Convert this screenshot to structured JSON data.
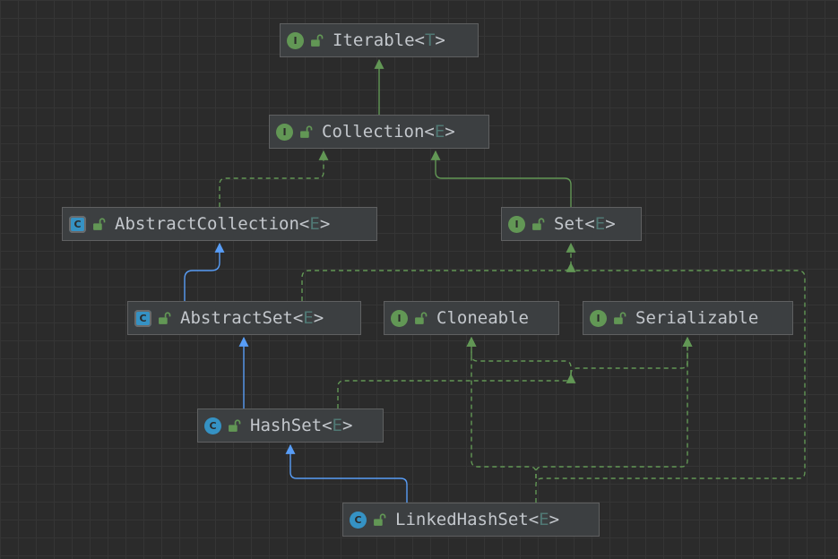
{
  "nodes": [
    {
      "id": "iterable",
      "name": "Iterable",
      "type_param": "T",
      "kind": "interface",
      "kind_letter": "I",
      "icon": "interface-icon"
    },
    {
      "id": "collection",
      "name": "Collection",
      "type_param": "E",
      "kind": "interface",
      "kind_letter": "I",
      "icon": "interface-icon"
    },
    {
      "id": "abstract-collection",
      "name": "AbstractCollection",
      "type_param": "E",
      "kind": "abstract",
      "kind_letter": "C",
      "icon": "abstract-class-icon"
    },
    {
      "id": "set",
      "name": "Set",
      "type_param": "E",
      "kind": "interface",
      "kind_letter": "I",
      "icon": "interface-icon"
    },
    {
      "id": "abstract-set",
      "name": "AbstractSet",
      "type_param": "E",
      "kind": "abstract",
      "kind_letter": "C",
      "icon": "abstract-class-icon"
    },
    {
      "id": "cloneable",
      "name": "Cloneable",
      "type_param": "",
      "kind": "interface",
      "kind_letter": "I",
      "icon": "interface-icon"
    },
    {
      "id": "serializable",
      "name": "Serializable",
      "type_param": "",
      "kind": "interface",
      "kind_letter": "I",
      "icon": "interface-icon"
    },
    {
      "id": "hashset",
      "name": "HashSet",
      "type_param": "E",
      "kind": "class",
      "kind_letter": "C",
      "icon": "class-icon"
    },
    {
      "id": "linked-hashset",
      "name": "LinkedHashSet",
      "type_param": "E",
      "kind": "class",
      "kind_letter": "C",
      "icon": "class-icon"
    }
  ],
  "edges": [
    {
      "from": "collection",
      "to": "iterable",
      "relation": "extends-interface"
    },
    {
      "from": "abstract-collection",
      "to": "collection",
      "relation": "implements"
    },
    {
      "from": "set",
      "to": "collection",
      "relation": "extends-interface"
    },
    {
      "from": "abstract-set",
      "to": "abstract-collection",
      "relation": "extends-class"
    },
    {
      "from": "abstract-set",
      "to": "set",
      "relation": "implements"
    },
    {
      "from": "hashset",
      "to": "abstract-set",
      "relation": "extends-class"
    },
    {
      "from": "hashset",
      "to": "set",
      "relation": "implements"
    },
    {
      "from": "hashset",
      "to": "cloneable",
      "relation": "implements"
    },
    {
      "from": "hashset",
      "to": "serializable",
      "relation": "implements"
    },
    {
      "from": "linked-hashset",
      "to": "hashset",
      "relation": "extends-class"
    },
    {
      "from": "linked-hashset",
      "to": "set",
      "relation": "implements"
    },
    {
      "from": "linked-hashset",
      "to": "cloneable",
      "relation": "implements"
    },
    {
      "from": "linked-hashset",
      "to": "serializable",
      "relation": "implements"
    }
  ],
  "colors": {
    "background": "#2b2b2b",
    "node_fill": "#3c3f41",
    "node_border": "#5f6061",
    "text": "#c3c7cc",
    "type_param": "#507874",
    "interface_badge": "#629755",
    "class_badge": "#3592c4",
    "extends_class_edge": "#589df6",
    "interface_edge": "#629755"
  }
}
